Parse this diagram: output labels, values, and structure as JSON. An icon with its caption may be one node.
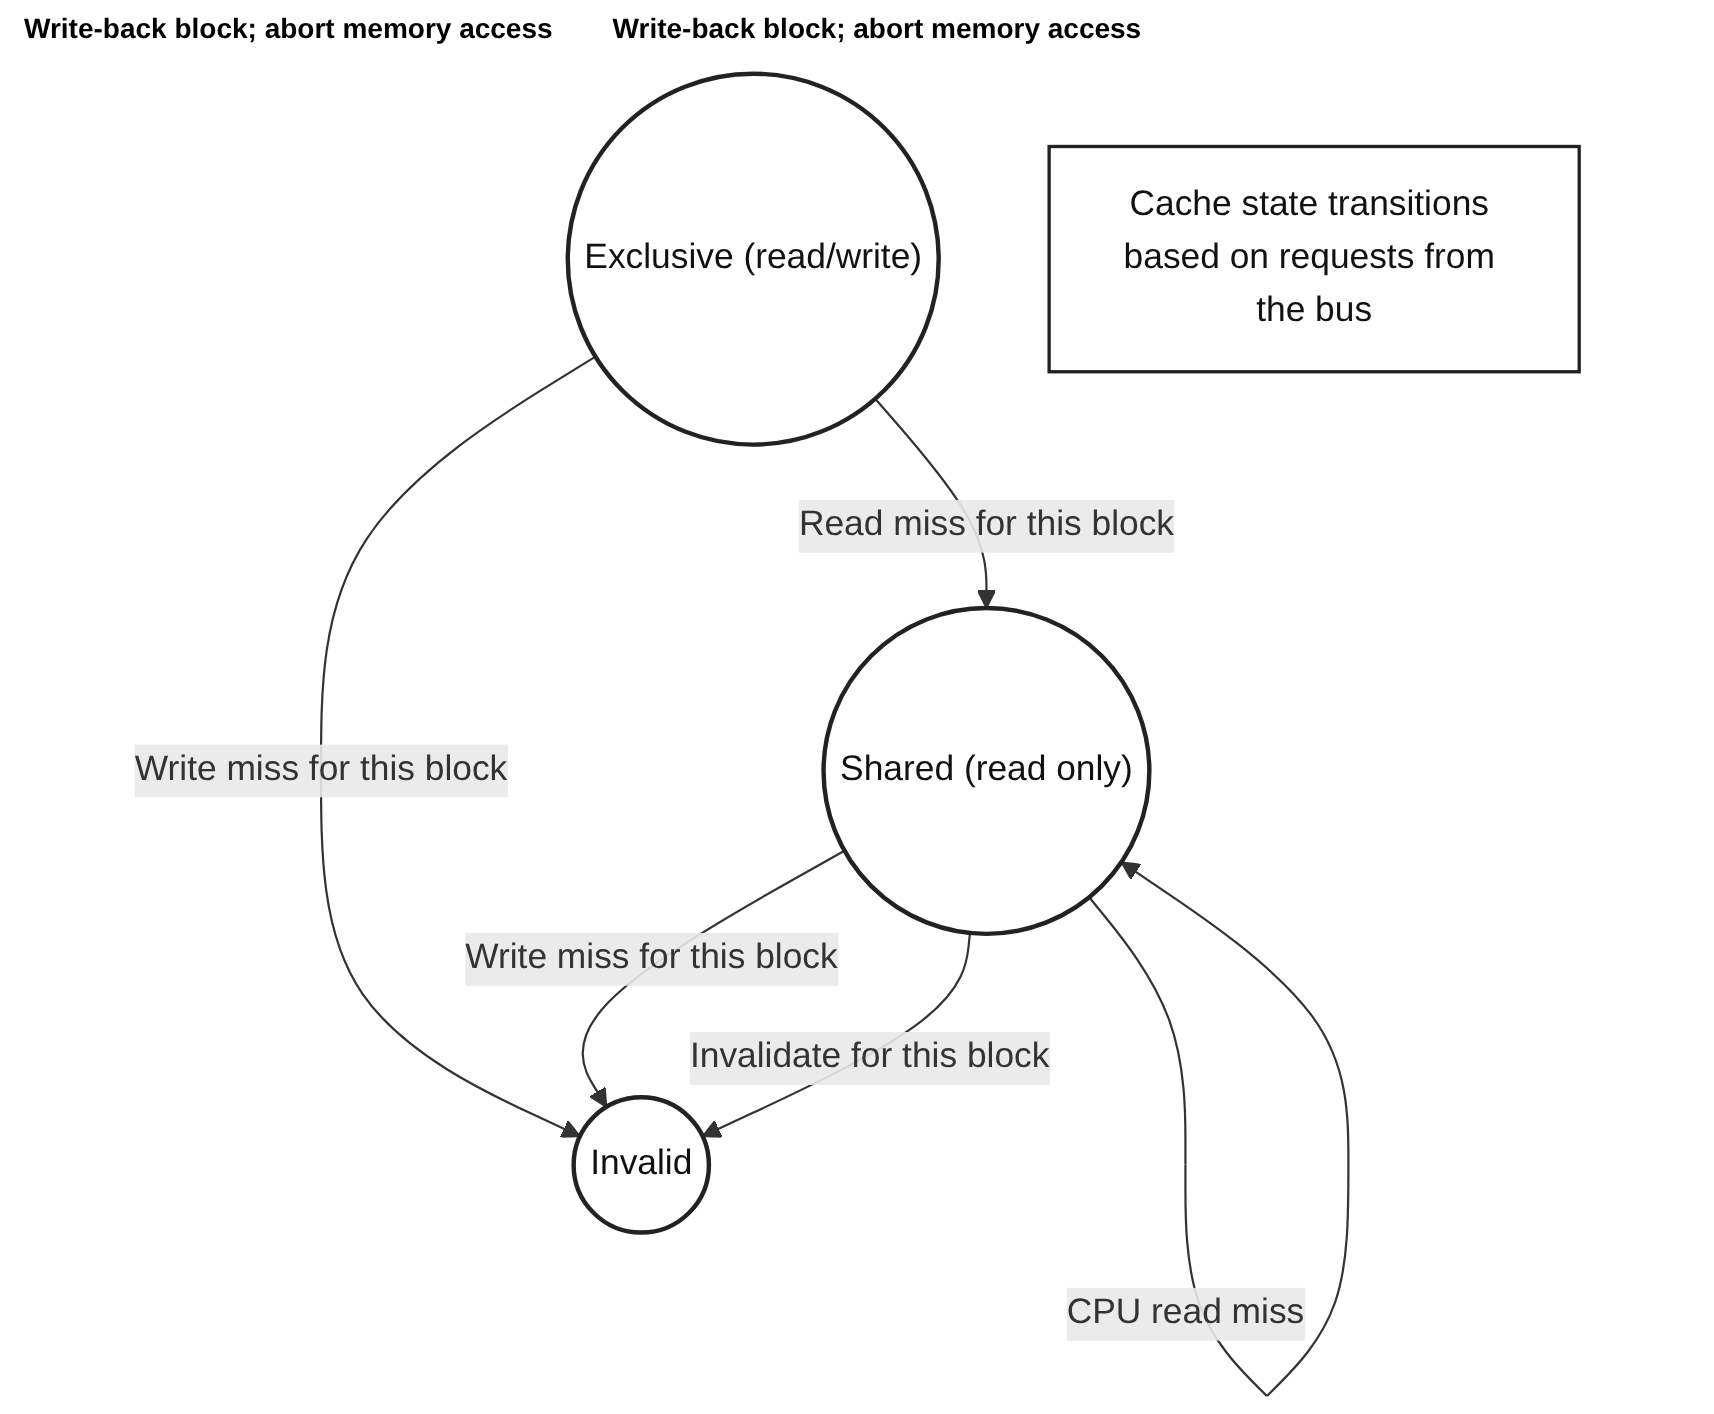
{
  "diagram": {
    "nodes": [
      {
        "text": [
          "Invalid"
        ]
      },
      {
        "text": [
          "Shared (read only)"
        ]
      },
      {
        "text": [
          "Exclusive (read/write)"
        ]
      },
      {
        "text": [
          "Cache state transitions based on requests from the bus"
        ]
      }
    ],
    "edges": [
      {
        "from": 1,
        "to": 0,
        "arrow": "to",
        "label": "Write miss for this block"
      },
      {
        "from": 1,
        "to": 0,
        "arrow": "to",
        "label": "Invalidate for this block"
      },
      {
        "from": 1,
        "to": 1,
        "arrow": "to",
        "label": "CPU read miss"
      },
      {
        "from": 2,
        "to": 0,
        "arrow": "to",
        "label": "Write miss for this block"
      },
      {
        "from": 2,
        "to": 1,
        "arrow": "to",
        "label": "Read miss for this block"
      }
    ],
    "labels": [
      "Write-back block; abort memory access",
      "Write-back block; abort memory access"
    ]
  }
}
